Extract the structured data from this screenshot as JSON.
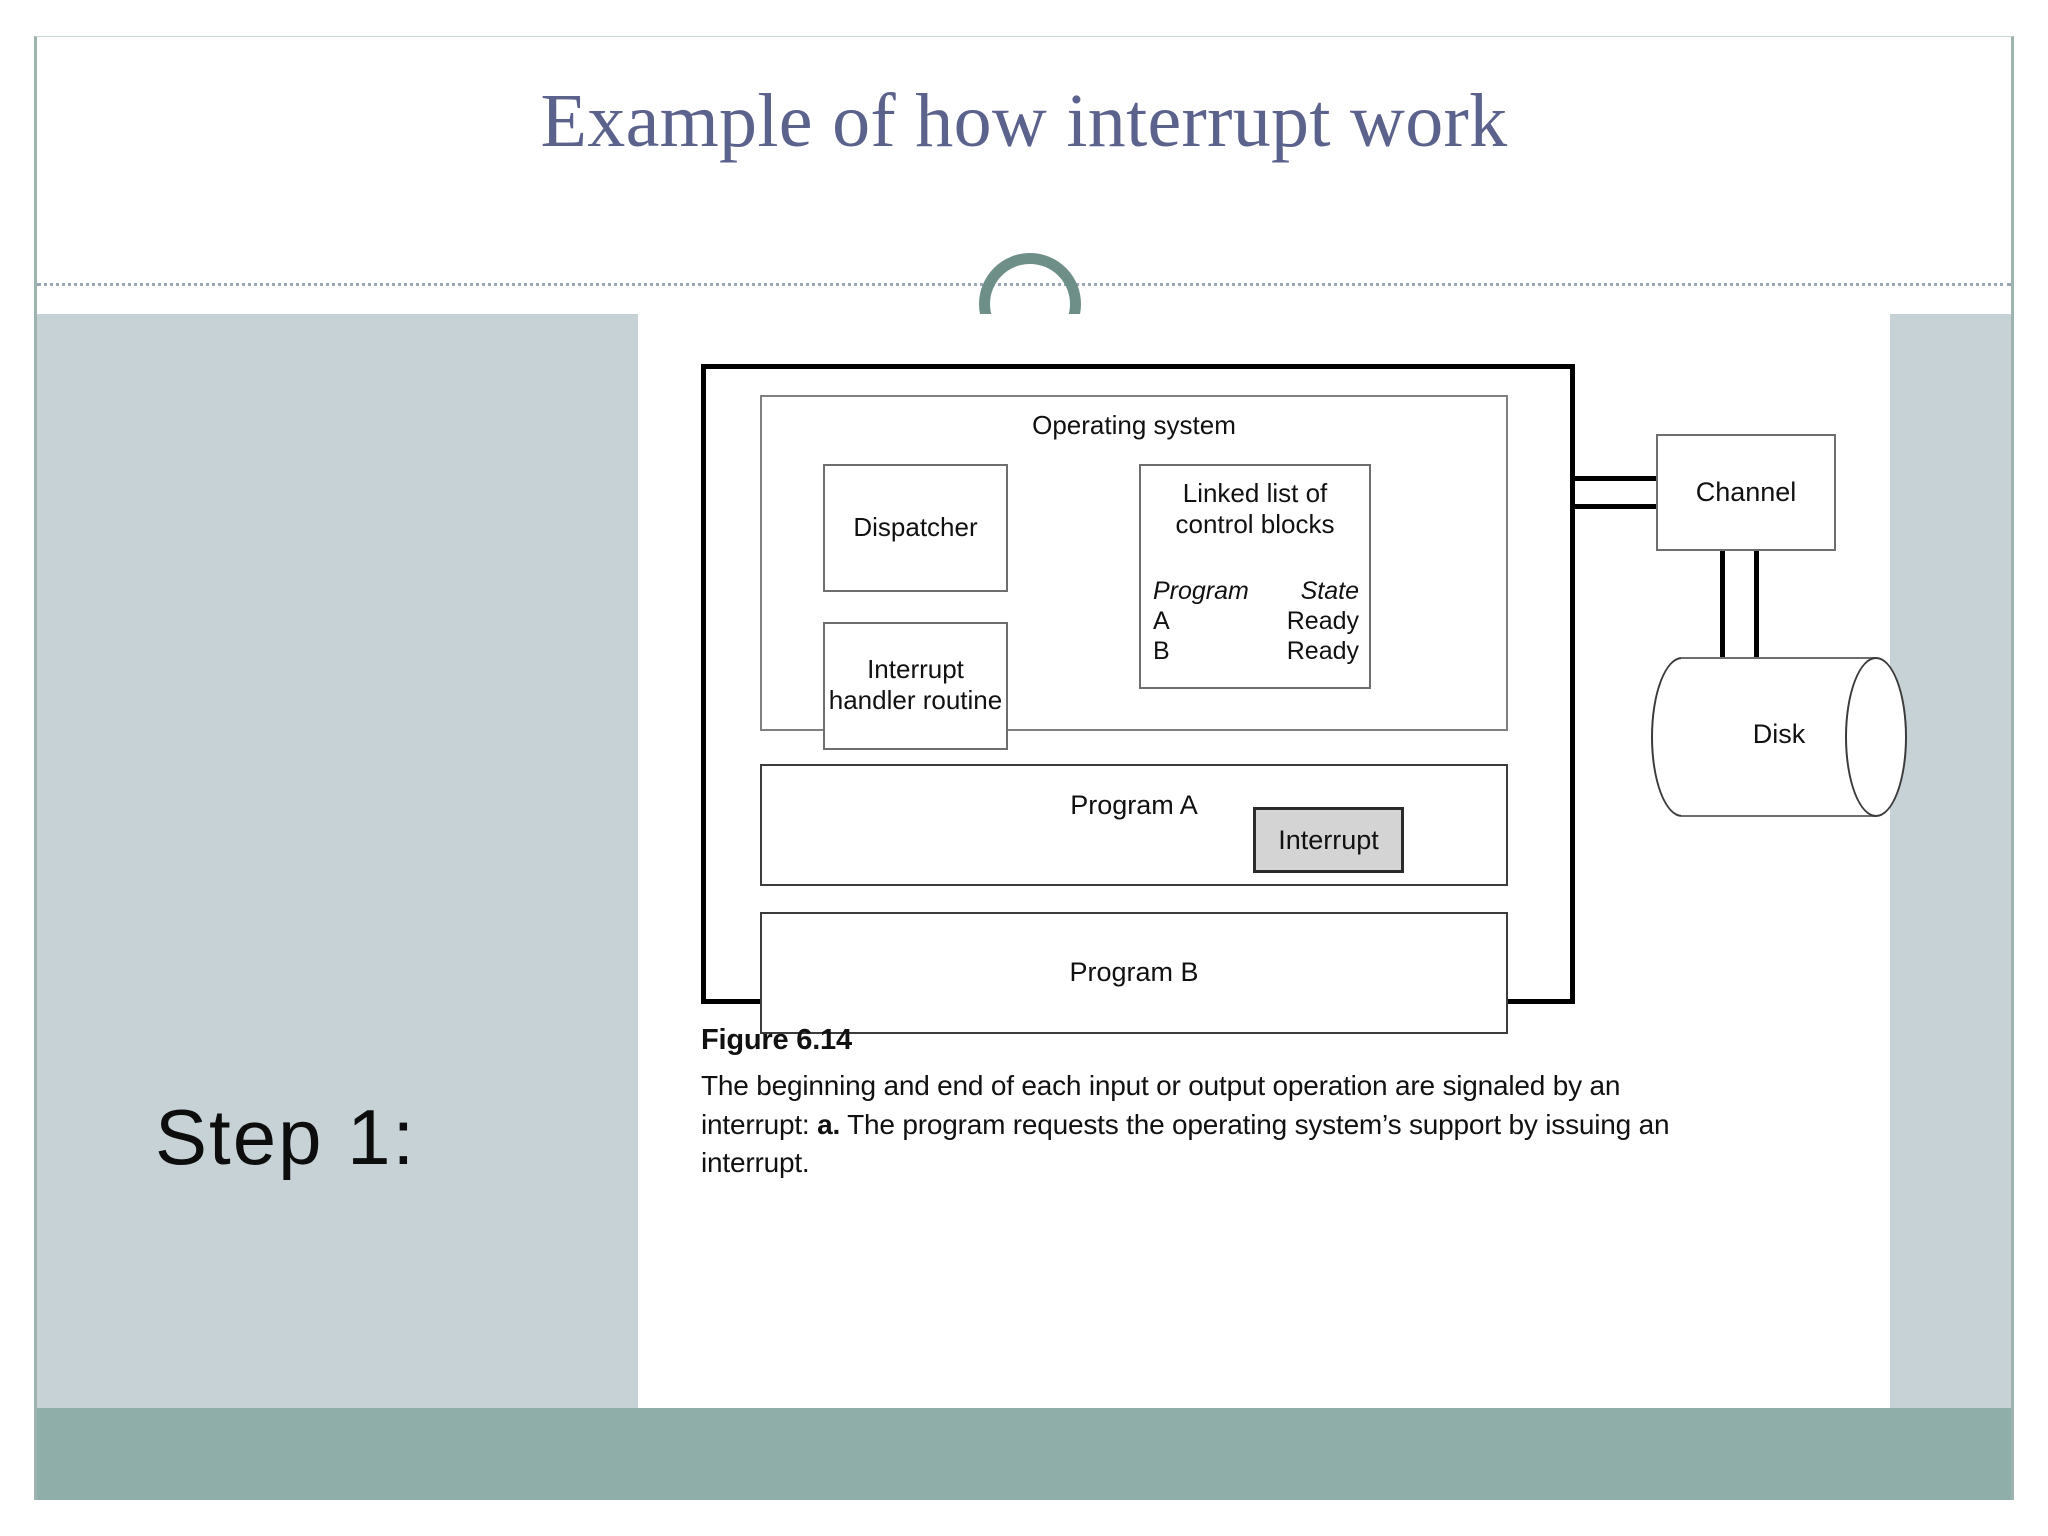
{
  "slide": {
    "title": "Example of how interrupt work",
    "step_label": "Step  1:",
    "accent_color": "#5b628c",
    "panel_color": "#c6d2d6",
    "footer_color": "#8fada9",
    "circle_color": "#6e8f88"
  },
  "figure": {
    "os_label": "Operating system",
    "dispatcher_label": "Dispatcher",
    "handler_label": "Interrupt\nhandler routine",
    "handler_line1": "Interrupt",
    "handler_line2": "handler routine",
    "linked_list": {
      "title_line1": "Linked list of",
      "title_line2": "control blocks",
      "headers": [
        "Program",
        "State"
      ],
      "rows": [
        {
          "program": "A",
          "state": "Ready"
        },
        {
          "program": "B",
          "state": "Ready"
        }
      ]
    },
    "program_a_label": "Program A",
    "interrupt_label": "Interrupt",
    "program_b_label": "Program B",
    "channel_label": "Channel",
    "disk_label": "Disk"
  },
  "caption": {
    "title": "Figure 6.14",
    "line1": "The beginning and end of each input or output operation are signaled by an",
    "line2_pre": "interrupt: ",
    "line2_bold": "a.",
    "line2_post": " The program requests the operating system’s support by issuing an",
    "line3": "interrupt."
  }
}
